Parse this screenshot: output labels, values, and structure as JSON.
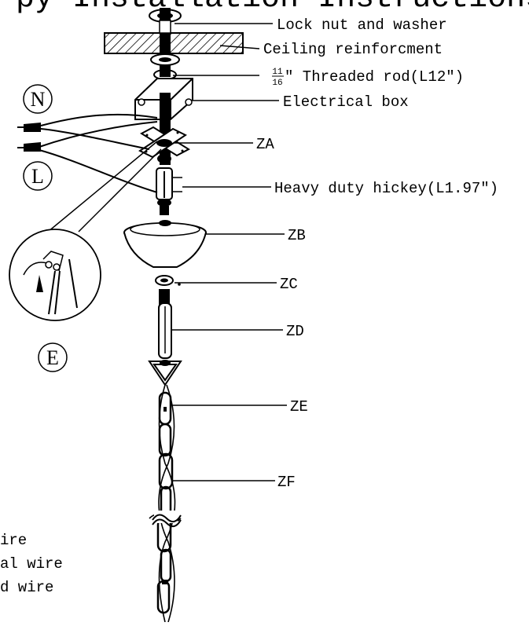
{
  "title_fragment": "py Installation Instructions",
  "labels": {
    "lock_nut": "Lock nut and washer",
    "ceiling": "Ceiling reinforcment",
    "threaded_num": "11",
    "threaded_den": "16",
    "threaded_rod": "″ Threaded rod(L12″)",
    "electrical_box": "Electrical box",
    "za": "ZA",
    "hickey": "Heavy duty hickey(L1.97″)",
    "zb": "ZB",
    "zc": "ZC",
    "zd": "ZD",
    "ze": "ZE",
    "zf": "ZF"
  },
  "circles": {
    "n": "N",
    "l": "L",
    "e": "E"
  },
  "legend": [
    "ire",
    "al wire",
    "d wire"
  ]
}
